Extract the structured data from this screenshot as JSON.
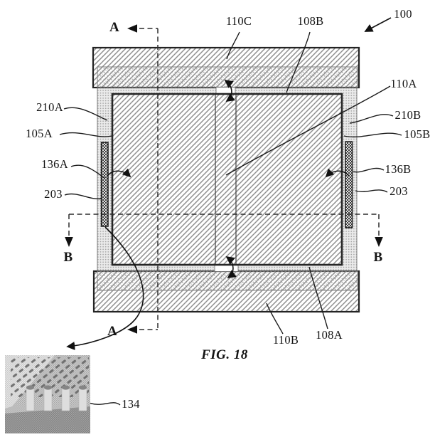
{
  "figure": {
    "caption": "FIG. 18"
  },
  "section_markers": {
    "a_top": "A",
    "a_bottom": "A",
    "b_left": "B",
    "b_right": "B"
  },
  "reference_labels": {
    "r100": "100",
    "r110C": "110C",
    "r108B": "108B",
    "r110A": "110A",
    "r210A": "210A",
    "r210B": "210B",
    "r105A": "105A",
    "r105B": "105B",
    "r136A": "136A",
    "r136B": "136B",
    "r203_left": "203",
    "r203_right": "203",
    "r110B": "110B",
    "r108A": "108A",
    "r134": "134"
  },
  "colors": {
    "ink": "#1a1a1a",
    "paper": "#ffffff",
    "hatch_line": "#8f8f8f",
    "stipple_bg": "#ebebeb",
    "strip_dark": "#3c3c3c"
  }
}
